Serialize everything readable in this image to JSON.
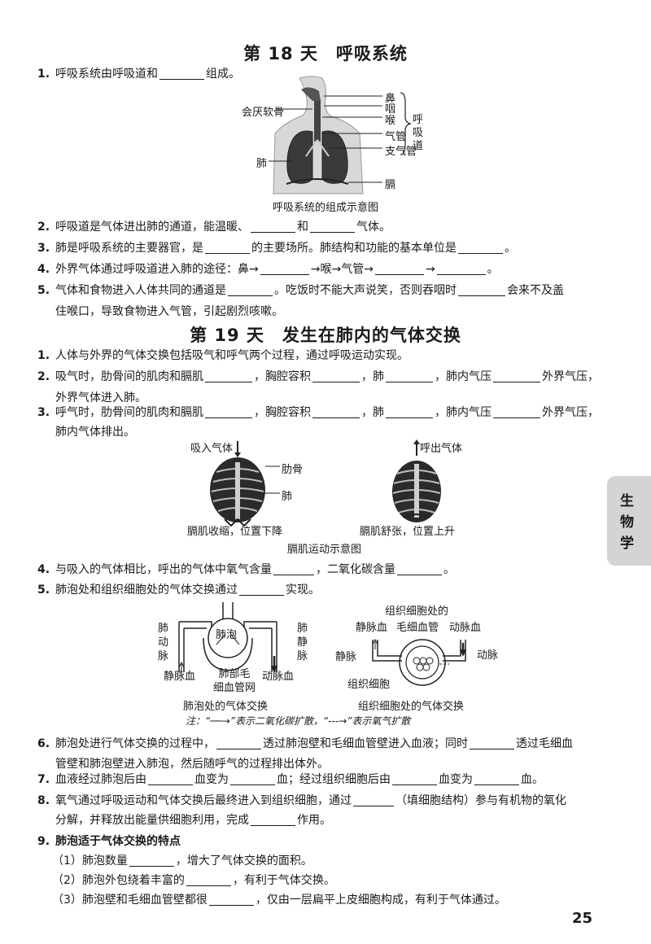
{
  "section18": {
    "title": "第 18 天　呼吸系统",
    "q1": {
      "num": "1.",
      "a": "呼吸系统由呼吸道和",
      "b": "组成。"
    },
    "fig": {
      "labels": {
        "epiglottis": "会厌软骨",
        "nose": "鼻",
        "pharynx": "咽",
        "larynx": "喉",
        "trachea": "气管",
        "bronchus": "支气管",
        "lung": "肺",
        "diaphragm": "膈"
      },
      "bracket_label": [
        "呼",
        "吸",
        "道"
      ],
      "caption": "呼吸系统的组成示意图"
    },
    "q2": {
      "num": "2.",
      "a": "呼吸道是气体进出肺的通道，能温暖、",
      "b": "和",
      "c": "气体。"
    },
    "q3": {
      "num": "3.",
      "a": "肺是呼吸系统的主要器官，是",
      "b": "的主要场所。肺结构和功能的基本单位是",
      "c": "。"
    },
    "q4": {
      "num": "4.",
      "a": "外界气体通过呼吸道进入肺的途径：鼻→",
      "b": "→喉→气管→",
      "c": "→",
      "d": "。"
    },
    "q5": {
      "num": "5.",
      "a": "气体和食物进入人体共同的通道是",
      "b": "。吃饭时不能大声说笑，否则吞咽时",
      "c": "会来不及盖",
      "line2": "住喉口，导致食物进入气管，引起剧烈咳嗽。"
    }
  },
  "section19": {
    "title": "第 19 天　发生在肺内的气体交换",
    "q1": {
      "num": "1.",
      "text": "人体与外界的气体交换包括吸气和呼气两个过程，通过呼吸运动实现。"
    },
    "q2": {
      "num": "2.",
      "a": "吸气时，肋骨间的肌肉和膈肌",
      "b": "，胸腔容积",
      "c": "，肺",
      "d": "，肺内气压",
      "e": "外界气压，",
      "line2": "外界气体进入肺。"
    },
    "q3": {
      "num": "3.",
      "a": "呼气时，肋骨间的肌肉和膈肌",
      "b": "，胸腔容积",
      "c": "，肺",
      "d": "，肺内气压",
      "e": "外界气压，",
      "line2": "肺内气体排出。"
    },
    "fig1": {
      "inhale": "吸入气体",
      "exhale": "呼出气体",
      "rib": "肋骨",
      "lung": "肺",
      "left_cap": "膈肌收缩，位置下降",
      "right_cap": "膈肌舒张，位置上升",
      "caption": "膈肌运动示意图"
    },
    "q4": {
      "num": "4.",
      "a": "与吸入的气体相比，呼出的气体中氧气含量",
      "b": "，二氧化碳含量",
      "c": "。"
    },
    "q5": {
      "num": "5.",
      "a": "肺泡处和组织细胞处的气体交换通过",
      "b": "实现。"
    },
    "fig2": {
      "alveolus": "肺泡",
      "pulm_artery": [
        "肺",
        "动",
        "脉"
      ],
      "pulm_vein": [
        "肺",
        "静",
        "脉"
      ],
      "venous_blood_l": "静脉血",
      "capillary_net": [
        "肺部毛",
        "细血管网"
      ],
      "arterial_blood_l": "动脉血",
      "left_caption": "肺泡处的气体交换",
      "tissue_title": "组织细胞处的",
      "venous_blood_r": "静脉血",
      "capillary": "毛细血管",
      "arterial_blood_r": "动脉血",
      "vein": "静脉",
      "artery": "动脉",
      "tissue_cell": "组织细胞",
      "right_caption": "组织细胞处的气体交换",
      "note": "注：“──→”表示二氧化碳扩散，“---→”表示氧气扩散"
    },
    "q6": {
      "num": "6.",
      "a": "肺泡处进行气体交换的过程中，",
      "b": "透过肺泡壁和毛细血管壁进入血液；同时",
      "c": "透过毛细血",
      "line2": "管壁和肺泡壁进入肺泡，然后随呼气的过程排出体外。"
    },
    "q7": {
      "num": "7.",
      "a": "血液经过肺泡后由",
      "b": "血变为",
      "c": "血；经过组织细胞后由",
      "d": "血变为",
      "e": "血。"
    },
    "q8": {
      "num": "8.",
      "a": "氧气通过呼吸运动和气体交换后最终进入到组织细胞，通过",
      "b": "（填细胞结构）参与有机物的氧化",
      "line2a": "分解，并释放出能量供细胞利用，完成",
      "line2b": "作用。"
    },
    "q9": {
      "num": "9.",
      "title": "肺泡适于气体交换的特点",
      "i1a": "（1）肺泡数量",
      "i1b": "，增大了气体交换的面积。",
      "i2a": "（2）肺泡外包绕着丰富的",
      "i2b": "，有利于气体交换。",
      "i3a": "（3）肺泡壁和毛细血管壁都很",
      "i3b": "，仅由一层扁平上皮细胞构成，有利于气体通过。"
    }
  },
  "side_tab": [
    "生",
    "物",
    "学"
  ],
  "page_number": "25"
}
